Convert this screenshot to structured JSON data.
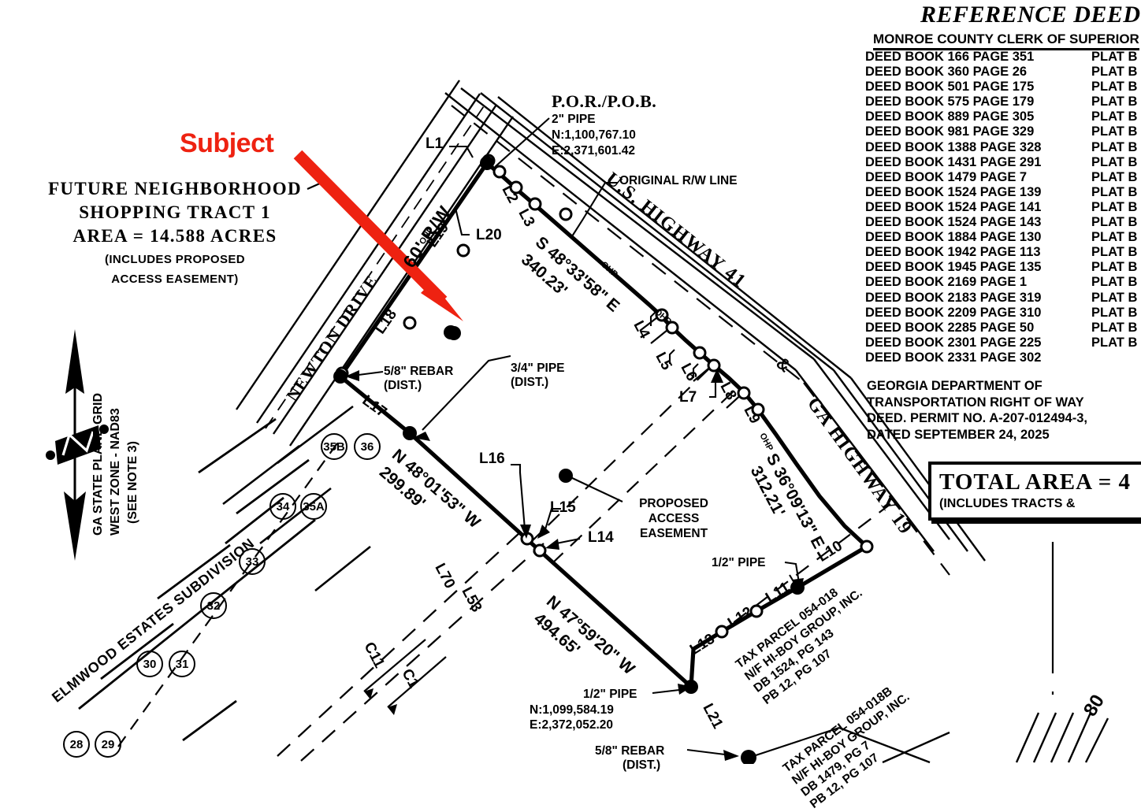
{
  "callout": {
    "subject_label": "Subject",
    "arrow_color": "#ee2211"
  },
  "tract": {
    "line1": "FUTURE NEIGHBORHOOD",
    "line2": "SHOPPING TRACT 1",
    "line3": "AREA = 14.588 ACRES",
    "note_line1": "(INCLUDES PROPOSED",
    "note_line2": "ACCESS EASEMENT)"
  },
  "pob": {
    "title": "P.O.R./P.O.B.",
    "monument": "2\" PIPE",
    "northing": "N:1,100,767.10",
    "easting": "E:2,371,601.42"
  },
  "annotations": {
    "original_rw_line": "ORIGINAL R/W LINE",
    "rebar_58": "5/8\" REBAR",
    "rebar_58_dist": "(DIST.)",
    "pipe_34": "3/4\" PIPE",
    "pipe_34_dist": "(DIST.)",
    "pipe_12_right": "1/2\" PIPE",
    "pipe_12_bottom": "1/2\" PIPE",
    "pipe_12_bottom_n": "N:1,099,584.19",
    "pipe_12_bottom_e": "E:2,372,052.20",
    "rebar_58_bottom": "5/8\" REBAR",
    "rebar_58_bottom_dist": "(DIST.)",
    "proposed_access_easement_l1": "PROPOSED",
    "proposed_access_easement_l2": "ACCESS",
    "proposed_access_easement_l3": "EASEMENT",
    "rw_60": "60' R/W",
    "newton_drive": "NEWTON DRIVE",
    "us_highway_41": "U.S. HIGHWAY 41",
    "ampersand": "&",
    "ga_highway_19": "GA HIGHWAY 19",
    "elmwood_estates": "ELMWOOD ESTATES SUBDIVISION",
    "ohp_1": "OHP",
    "ohp_2": "OHP",
    "ohp_3": "OHP",
    "ohp_4": "OHP"
  },
  "bearings": [
    {
      "id": "ne",
      "bearing": "S 48°33'58\" E",
      "distance": "340.23'"
    },
    {
      "id": "se",
      "bearing": "S 36°09'13\" E",
      "distance": "312.21'"
    },
    {
      "id": "sw",
      "bearing": "N 47°59'20\" W",
      "distance": "494.65'"
    },
    {
      "id": "nw",
      "bearing": "N 48°01'53\" W",
      "distance": "299.89'"
    }
  ],
  "line_codes": [
    "L1",
    "L2",
    "L3",
    "L4",
    "L5",
    "L6",
    "L7",
    "L8",
    "L9",
    "L10",
    "L11",
    "L12",
    "L13",
    "L14",
    "L15",
    "L16",
    "L17",
    "L18",
    "L19",
    "L20",
    "L21",
    "L53",
    "L70"
  ],
  "curve_codes": [
    "C1",
    "C11"
  ],
  "lots": [
    "28",
    "29",
    "30",
    "31",
    "32",
    "33",
    "34",
    "35A",
    "35B",
    "36"
  ],
  "north_arrow": {
    "line1": "GA STATE PLANE GRID",
    "line2": "WEST ZONE - NAD83",
    "line3": "(SEE NOTE 3)"
  },
  "tax_parcels": [
    {
      "parcel": "TAX PARCEL 054-018",
      "owner": "N/F HI-BOY GROUP, INC.",
      "deed": "DB 1524, PG 143",
      "plat": "PB 12, PG 107"
    },
    {
      "parcel": "TAX PARCEL 054-018B",
      "owner": "N/F HI-BOY GROUP, INC.",
      "deed": "DB 1479, PG 7",
      "plat": "PB 12, PG 107"
    }
  ],
  "reference_deeds": {
    "header": "REFERENCE DEEDS",
    "subheader": "MONROE COUNTY CLERK OF SUPERIOR",
    "deeds": [
      "DEED BOOK 166 PAGE 351",
      "DEED BOOK 360 PAGE 26",
      "DEED BOOK 501 PAGE 175",
      "DEED BOOK 575 PAGE 179",
      "DEED BOOK 889 PAGE 305",
      "DEED BOOK 981 PAGE 329",
      "DEED BOOK 1388 PAGE 328",
      "DEED BOOK 1431 PAGE 291",
      "DEED BOOK 1479 PAGE 7",
      "DEED BOOK 1524 PAGE 139",
      "DEED BOOK 1524 PAGE 141",
      "DEED BOOK 1524 PAGE 143",
      "DEED BOOK 1884 PAGE 130",
      "DEED BOOK 1942 PAGE 113",
      "DEED BOOK 1945 PAGE 135",
      "DEED BOOK 2169 PAGE 1",
      "DEED BOOK 2183 PAGE 319",
      "DEED BOOK 2209 PAGE 310",
      "DEED BOOK 2285 PAGE 50",
      "DEED BOOK 2301 PAGE 225",
      "DEED BOOK 2331 PAGE 302"
    ],
    "plats": [
      "PLAT B",
      "PLAT B",
      "PLAT B",
      "PLAT B",
      "PLAT B",
      "PLAT B",
      "PLAT B",
      "PLAT B",
      "PLAT B",
      "PLAT B",
      "PLAT B",
      "PLAT B",
      "PLAT B",
      "PLAT B",
      "PLAT B",
      "PLAT B",
      "PLAT B",
      "PLAT B",
      "PLAT B",
      "PLAT B"
    ]
  },
  "gdot_note": {
    "line1": "GEORGIA DEPARTMENT OF",
    "line2": "TRANSPORTATION RIGHT OF WAY",
    "line3": "DEED. PERMIT NO. A-207-012494-3,",
    "line4": "DATED SEPTEMBER 24, 2025"
  },
  "total_area": {
    "line1": "TOTAL AREA = 4",
    "line2": "(INCLUDES TRACTS &"
  },
  "edge_numbers": {
    "right_80": "80"
  }
}
